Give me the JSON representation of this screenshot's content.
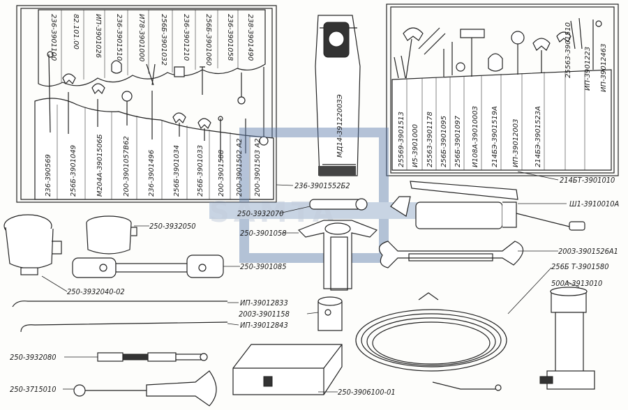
{
  "watermark": {
    "text": "SAMTA",
    "color": "#5b7bab"
  },
  "left_roll": {
    "top_labels": [
      "236-3901100",
      "82.101.00",
      "ИП-3901026",
      "236-3901510",
      "И78-3901000",
      "256Б-3901032",
      "236-3901210",
      "256Б-3901060",
      "236-3901058",
      "238-3901490"
    ],
    "bottom_labels": [
      "236-390569",
      "256Б-3901049",
      "М204А-3901506Б",
      "200-3901057В62",
      "236-3901496",
      "256Б-3901034",
      "256Б-3901033",
      "200-3901588",
      "200-3901502 А2",
      "200-3901503 А2"
    ]
  },
  "right_roll": {
    "labels": [
      "25569-3901513",
      "И5-3901000",
      "25563-3901178",
      "256Б-3901095",
      "256Б-3901097",
      "И108А-3901000З",
      "214БЭ-3901519А",
      "ИП-39012003",
      "214БЭ-3901523А",
      "25563-3901510",
      "ИП-3901223",
      "ИП-39012463"
    ]
  },
  "pouch": {
    "label": "МД14-3912200ЗЭ"
  },
  "callouts": [
    {
      "id": "roll-right",
      "text": "214БТ-3901010"
    },
    {
      "id": "grease-gun",
      "text": "Ш1-3910010А"
    },
    {
      "id": "flat-wrench",
      "text": "200З-3901526А1"
    },
    {
      "id": "hose",
      "text": "256Б Т-3901580"
    },
    {
      "id": "jack",
      "text": "500А-3913010"
    },
    {
      "id": "extension",
      "text": "236-3901552Б2"
    },
    {
      "id": "pin",
      "text": "250-3932070"
    },
    {
      "id": "wheel-key",
      "text": "250-3901058"
    },
    {
      "id": "bucket",
      "text": "250-3932050"
    },
    {
      "id": "box-wrench",
      "text": "250-3901085"
    },
    {
      "id": "pail",
      "text": "250-3932040-02"
    },
    {
      "id": "pry-bar-1",
      "text": "ИП-39012833"
    },
    {
      "id": "nut-socket",
      "text": "200З-3901158"
    },
    {
      "id": "pry-bar-2",
      "text": "ИП-39012843"
    },
    {
      "id": "tyre-hose",
      "text": "250-3932080"
    },
    {
      "id": "case",
      "text": "250-3906100-01"
    },
    {
      "id": "horn",
      "text": "250-3715010"
    }
  ]
}
